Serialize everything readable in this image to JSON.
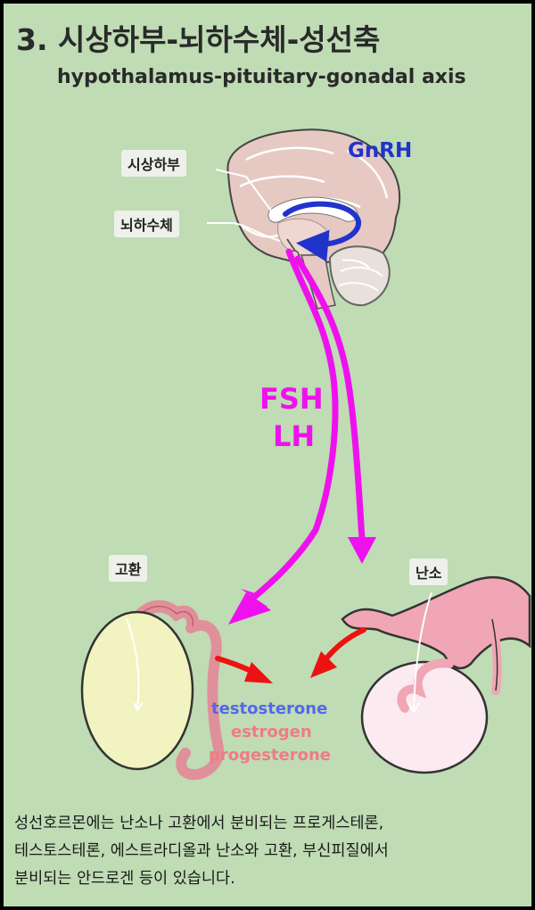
{
  "title": "3. 시상하부-뇌하수체-성선축",
  "subtitle": "hypothalamus-pituitary-gonadal axis",
  "labels": {
    "hypothalamus": "시상하부",
    "pituitary": "뇌하수체",
    "testis": "고환",
    "ovary": "난소"
  },
  "hormones": {
    "gnrh": "GnRH",
    "fsh": "FSH",
    "lh": "LH",
    "testosterone": "testosterone",
    "estrogen": "estrogen",
    "progesterone": "progesterone"
  },
  "description": {
    "line1": "성선호르몬에는 난소나 고환에서 분비되는 프로게스테론,",
    "line2": "테스토스테론, 에스트라디올과 난소와 고환, 부신피질에서",
    "line3": "분비되는 안드로겐 등이 있습니다."
  },
  "colors": {
    "background": "#bfdcb4",
    "gnrh": "#2233cc",
    "fsh_lh": "#ee11ee",
    "testosterone": "#5566ee",
    "estrogen_progesterone": "#f07b86",
    "red_arrow": "#ee1111"
  }
}
